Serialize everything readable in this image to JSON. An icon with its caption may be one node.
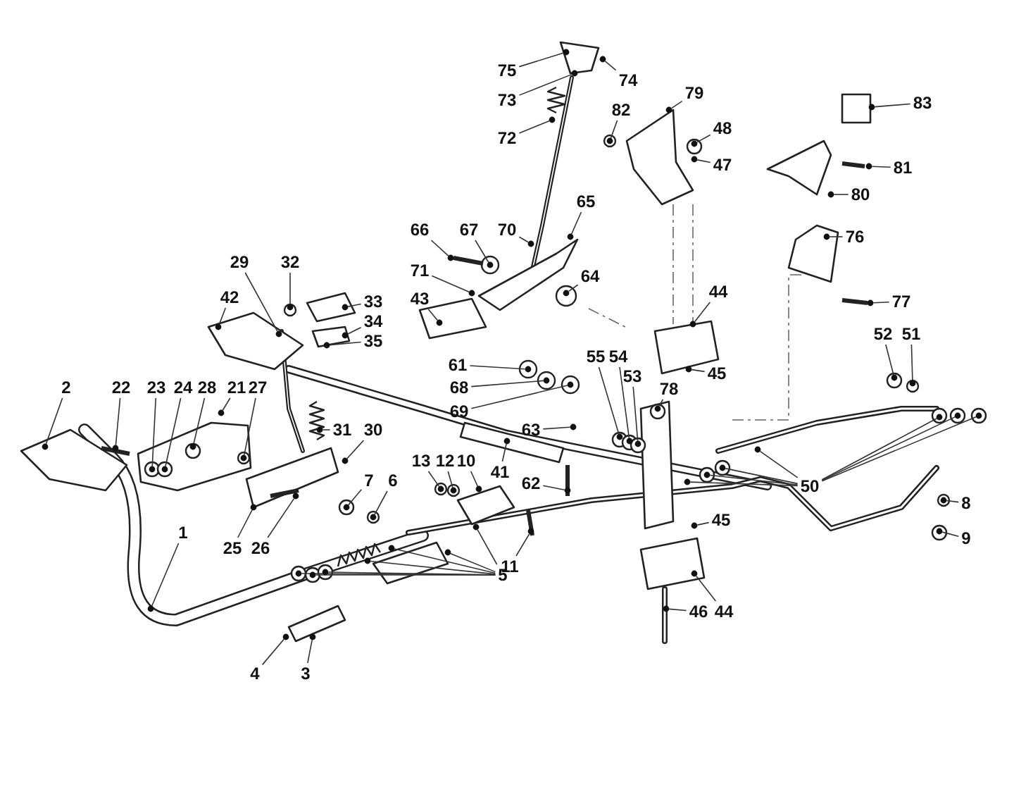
{
  "diagram": {
    "nodes": [
      {
        "text": [
          "1"
        ]
      },
      {
        "text": [
          "2"
        ]
      },
      {
        "text": [
          "3"
        ]
      },
      {
        "text": [
          "4"
        ]
      },
      {
        "text": [
          "5"
        ]
      },
      {
        "text": [
          "6"
        ]
      },
      {
        "text": [
          "7"
        ]
      },
      {
        "text": [
          "8"
        ]
      },
      {
        "text": [
          "9"
        ]
      },
      {
        "text": [
          "10"
        ]
      },
      {
        "text": [
          "11"
        ]
      },
      {
        "text": [
          "12"
        ]
      },
      {
        "text": [
          "13"
        ]
      },
      {
        "text": [
          "21"
        ]
      },
      {
        "text": [
          "22"
        ]
      },
      {
        "text": [
          "23"
        ]
      },
      {
        "text": [
          "24"
        ]
      },
      {
        "text": [
          "25"
        ]
      },
      {
        "text": [
          "26"
        ]
      },
      {
        "text": [
          "27"
        ]
      },
      {
        "text": [
          "28"
        ]
      },
      {
        "text": [
          "29"
        ]
      },
      {
        "text": [
          "30"
        ]
      },
      {
        "text": [
          "31"
        ]
      },
      {
        "text": [
          "32"
        ]
      },
      {
        "text": [
          "33"
        ]
      },
      {
        "text": [
          "34"
        ]
      },
      {
        "text": [
          "35"
        ]
      },
      {
        "text": [
          "41"
        ]
      },
      {
        "text": [
          "42"
        ]
      },
      {
        "text": [
          "43"
        ]
      },
      {
        "text": [
          "44"
        ]
      },
      {
        "text": [
          "44"
        ]
      },
      {
        "text": [
          "45"
        ]
      },
      {
        "text": [
          "45"
        ]
      },
      {
        "text": [
          "46"
        ]
      },
      {
        "text": [
          "47"
        ]
      },
      {
        "text": [
          "48"
        ]
      },
      {
        "text": [
          "50"
        ]
      },
      {
        "text": [
          "51"
        ]
      },
      {
        "text": [
          "52"
        ]
      },
      {
        "text": [
          "53"
        ]
      },
      {
        "text": [
          "54"
        ]
      },
      {
        "text": [
          "55"
        ]
      },
      {
        "text": [
          "61"
        ]
      },
      {
        "text": [
          "62"
        ]
      },
      {
        "text": [
          "63"
        ]
      },
      {
        "text": [
          "64"
        ]
      },
      {
        "text": [
          "65"
        ]
      },
      {
        "text": [
          "66"
        ]
      },
      {
        "text": [
          "67"
        ]
      },
      {
        "text": [
          "68"
        ]
      },
      {
        "text": [
          "69"
        ]
      },
      {
        "text": [
          "70"
        ]
      },
      {
        "text": [
          "71"
        ]
      },
      {
        "text": [
          "72"
        ]
      },
      {
        "text": [
          "73"
        ]
      },
      {
        "text": [
          "74"
        ]
      },
      {
        "text": [
          "75"
        ]
      },
      {
        "text": [
          "76"
        ]
      },
      {
        "text": [
          "77"
        ]
      },
      {
        "text": [
          "78"
        ]
      },
      {
        "text": [
          "79"
        ]
      },
      {
        "text": [
          "80"
        ]
      },
      {
        "text": [
          "81"
        ]
      },
      {
        "text": [
          "82"
        ]
      },
      {
        "text": [
          "83"
        ]
      },
      {
        "text": [],
        "shape": "circle"
      },
      {
        "text": [],
        "shape": "circle"
      },
      {
        "text": [],
        "shape": "circle"
      },
      {
        "text": [],
        "shape": "circle"
      },
      {
        "text": [],
        "shape": "circle"
      },
      {
        "text": [],
        "shape": "circle"
      },
      {
        "text": [],
        "shape": "circle"
      },
      {
        "text": [],
        "shape": "circle"
      },
      {
        "text": [],
        "shape": "circle"
      },
      {
        "text": [],
        "shape": "circle"
      },
      {
        "text": [],
        "shape": "circle"
      },
      {
        "text": [],
        "shape": "circle"
      },
      {
        "text": [],
        "shape": "circle"
      },
      {
        "text": [],
        "shape": "circle"
      },
      {
        "text": [],
        "shape": "circle"
      },
      {
        "text": [],
        "shape": "circle"
      },
      {
        "text": [],
        "shape": "circle"
      },
      {
        "text": [],
        "shape": "circle"
      },
      {
        "text": [],
        "shape": "circle"
      },
      {
        "text": [],
        "shape": "circle"
      },
      {
        "text": [],
        "shape": "circle"
      },
      {
        "text": [],
        "shape": "circle"
      },
      {
        "text": [],
        "shape": "circle"
      },
      {
        "text": [],
        "shape": "circle"
      },
      {
        "text": [],
        "shape": "circle"
      },
      {
        "text": [],
        "shape": "circle"
      },
      {
        "text": [],
        "shape": "circle"
      },
      {
        "text": [],
        "shape": "circle"
      },
      {
        "text": [],
        "shape": "circle"
      },
      {
        "text": [],
        "shape": "circle"
      },
      {
        "text": [],
        "shape": "circle"
      },
      {
        "text": [],
        "shape": "circle"
      },
      {
        "text": [],
        "shape": "circle"
      },
      {
        "text": [],
        "shape": "circle"
      },
      {
        "text": [],
        "shape": "circle"
      },
      {
        "text": [],
        "shape": "circle"
      },
      {
        "text": [],
        "shape": "circle"
      },
      {
        "text": [],
        "shape": "circle"
      },
      {
        "text": [],
        "shape": "circle"
      },
      {
        "text": [],
        "shape": "circle"
      },
      {
        "text": [],
        "shape": "circle"
      },
      {
        "text": [],
        "shape": "circle"
      },
      {
        "text": [],
        "shape": "circle"
      },
      {
        "text": [],
        "shape": "circle"
      },
      {
        "text": [],
        "shape": "circle"
      },
      {
        "text": [],
        "shape": "circle"
      },
      {
        "text": [],
        "shape": "circle"
      },
      {
        "text": [],
        "shape": "circle"
      },
      {
        "text": [],
        "shape": "circle"
      },
      {
        "text": [],
        "shape": "circle"
      },
      {
        "text": [],
        "shape": "circle"
      },
      {
        "text": [],
        "shape": "circle"
      },
      {
        "text": [],
        "shape": "circle"
      },
      {
        "text": [],
        "shape": "circle"
      },
      {
        "text": [],
        "shape": "circle"
      },
      {
        "text": [],
        "shape": "circle"
      },
      {
        "text": [],
        "shape": "circle"
      },
      {
        "text": [],
        "shape": "circle"
      },
      {
        "text": [],
        "shape": "circle"
      },
      {
        "text": [],
        "shape": "circle"
      },
      {
        "text": [],
        "shape": "circle"
      },
      {
        "text": [],
        "shape": "circle"
      },
      {
        "text": [],
        "shape": "circle"
      },
      {
        "text": [],
        "shape": "circle"
      },
      {
        "text": [],
        "shape": "circle"
      },
      {
        "text": [],
        "shape": "circle"
      },
      {
        "text": [],
        "shape": "circle"
      },
      {
        "text": [],
        "shape": "circle"
      },
      {
        "text": [],
        "shape": "circle"
      },
      {
        "text": [],
        "shape": "circle"
      },
      {
        "text": [],
        "shape": "circle"
      },
      {
        "text": [],
        "shape": "circle"
      },
      {
        "text": [],
        "shape": "circle"
      },
      {
        "text": [],
        "shape": "circle"
      },
      {
        "text": [],
        "shape": "circle"
      },
      {
        "text": [],
        "shape": "circle"
      },
      {
        "text": [],
        "shape": "circle"
      },
      {
        "text": [],
        "shape": "circle"
      },
      {
        "text": [],
        "shape": "circle"
      }
    ],
    "edges": [
      {
        "from": 0,
        "to": 67,
        "arrow": "none"
      },
      {
        "from": 1,
        "to": 68,
        "arrow": "none"
      },
      {
        "from": 2,
        "to": 69,
        "arrow": "none"
      },
      {
        "from": 3,
        "to": 70,
        "arrow": "none"
      },
      {
        "from": 4,
        "to": 71,
        "arrow": "none"
      },
      {
        "from": 4,
        "to": 72,
        "arrow": "none"
      },
      {
        "from": 4,
        "to": 73,
        "arrow": "none"
      },
      {
        "from": 4,
        "to": 74,
        "arrow": "none"
      },
      {
        "from": 4,
        "to": 75,
        "arrow": "none"
      },
      {
        "from": 4,
        "to": 76,
        "arrow": "none"
      },
      {
        "from": 4,
        "to": 77,
        "arrow": "none"
      },
      {
        "from": 5,
        "to": 78,
        "arrow": "none"
      },
      {
        "from": 6,
        "to": 79,
        "arrow": "none"
      },
      {
        "from": 7,
        "to": 80,
        "arrow": "none"
      },
      {
        "from": 8,
        "to": 81,
        "arrow": "none"
      },
      {
        "from": 9,
        "to": 82,
        "arrow": "none"
      },
      {
        "from": 10,
        "to": 83,
        "arrow": "none"
      },
      {
        "from": 11,
        "to": 84,
        "arrow": "none"
      },
      {
        "from": 12,
        "to": 85,
        "arrow": "none"
      },
      {
        "from": 13,
        "to": 86,
        "arrow": "none"
      },
      {
        "from": 14,
        "to": 87,
        "arrow": "none"
      },
      {
        "from": 15,
        "to": 88,
        "arrow": "none"
      },
      {
        "from": 16,
        "to": 89,
        "arrow": "none"
      },
      {
        "from": 17,
        "to": 90,
        "arrow": "none"
      },
      {
        "from": 18,
        "to": 91,
        "arrow": "none"
      },
      {
        "from": 19,
        "to": 92,
        "arrow": "none"
      },
      {
        "from": 20,
        "to": 93,
        "arrow": "none"
      },
      {
        "from": 21,
        "to": 94,
        "arrow": "none"
      },
      {
        "from": 22,
        "to": 95,
        "arrow": "none"
      },
      {
        "from": 23,
        "to": 96,
        "arrow": "none"
      },
      {
        "from": 24,
        "to": 97,
        "arrow": "none"
      },
      {
        "from": 25,
        "to": 98,
        "arrow": "none"
      },
      {
        "from": 26,
        "to": 99,
        "arrow": "none"
      },
      {
        "from": 27,
        "to": 100,
        "arrow": "none"
      },
      {
        "from": 28,
        "to": 101,
        "arrow": "none"
      },
      {
        "from": 29,
        "to": 102,
        "arrow": "none"
      },
      {
        "from": 30,
        "to": 103,
        "arrow": "none"
      },
      {
        "from": 31,
        "to": 104,
        "arrow": "none"
      },
      {
        "from": 32,
        "to": 105,
        "arrow": "none"
      },
      {
        "from": 33,
        "to": 106,
        "arrow": "none"
      },
      {
        "from": 34,
        "to": 107,
        "arrow": "none"
      },
      {
        "from": 35,
        "to": 108,
        "arrow": "none"
      },
      {
        "from": 36,
        "to": 109,
        "arrow": "none"
      },
      {
        "from": 37,
        "to": 110,
        "arrow": "none"
      },
      {
        "from": 38,
        "to": 111,
        "arrow": "none"
      },
      {
        "from": 38,
        "to": 112,
        "arrow": "none"
      },
      {
        "from": 38,
        "to": 113,
        "arrow": "none"
      },
      {
        "from": 38,
        "to": 114,
        "arrow": "none"
      },
      {
        "from": 38,
        "to": 115,
        "arrow": "none"
      },
      {
        "from": 38,
        "to": 116,
        "arrow": "none"
      },
      {
        "from": 38,
        "to": 117,
        "arrow": "none"
      },
      {
        "from": 39,
        "to": 118,
        "arrow": "none"
      },
      {
        "from": 40,
        "to": 119,
        "arrow": "none"
      },
      {
        "from": 41,
        "to": 120,
        "arrow": "none"
      },
      {
        "from": 42,
        "to": 121,
        "arrow": "none"
      },
      {
        "from": 43,
        "to": 122,
        "arrow": "none"
      },
      {
        "from": 44,
        "to": 123,
        "arrow": "none"
      },
      {
        "from": 45,
        "to": 124,
        "arrow": "none"
      },
      {
        "from": 46,
        "to": 125,
        "arrow": "none"
      },
      {
        "from": 47,
        "to": 126,
        "arrow": "none"
      },
      {
        "from": 48,
        "to": 127,
        "arrow": "none"
      },
      {
        "from": 49,
        "to": 128,
        "arrow": "none"
      },
      {
        "from": 50,
        "to": 129,
        "arrow": "none"
      },
      {
        "from": 51,
        "to": 130,
        "arrow": "none"
      },
      {
        "from": 52,
        "to": 131,
        "arrow": "none"
      },
      {
        "from": 53,
        "to": 132,
        "arrow": "none"
      },
      {
        "from": 54,
        "to": 133,
        "arrow": "none"
      },
      {
        "from": 55,
        "to": 134,
        "arrow": "none"
      },
      {
        "from": 56,
        "to": 135,
        "arrow": "none"
      },
      {
        "from": 57,
        "to": 136,
        "arrow": "none"
      },
      {
        "from": 58,
        "to": 137,
        "arrow": "none"
      },
      {
        "from": 59,
        "to": 138,
        "arrow": "none"
      },
      {
        "from": 60,
        "to": 139,
        "arrow": "none"
      },
      {
        "from": 61,
        "to": 140,
        "arrow": "none"
      },
      {
        "from": 62,
        "to": 141,
        "arrow": "none"
      },
      {
        "from": 63,
        "to": 142,
        "arrow": "none"
      },
      {
        "from": 64,
        "to": 143,
        "arrow": "none"
      },
      {
        "from": 65,
        "to": 144,
        "arrow": "none"
      },
      {
        "from": 66,
        "to": 145,
        "arrow": "none"
      }
    ]
  }
}
